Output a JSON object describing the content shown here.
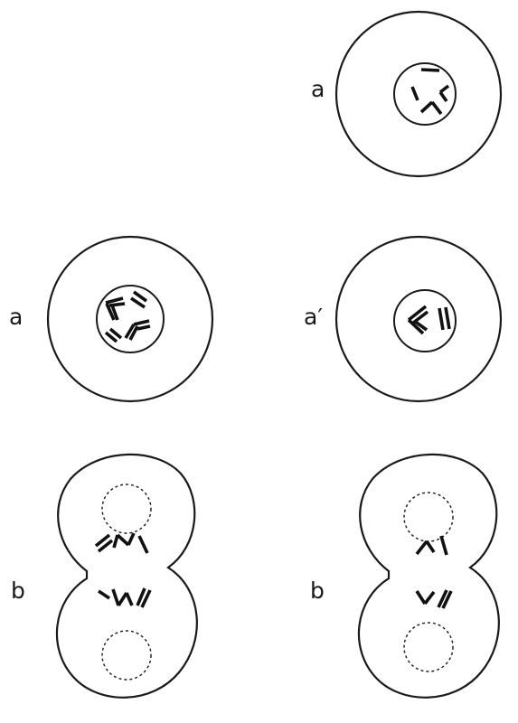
{
  "labels": {
    "top_right": "a",
    "middle_left": "a",
    "middle_right": "a′",
    "bottom_left": "b",
    "bottom_right": "b"
  }
}
